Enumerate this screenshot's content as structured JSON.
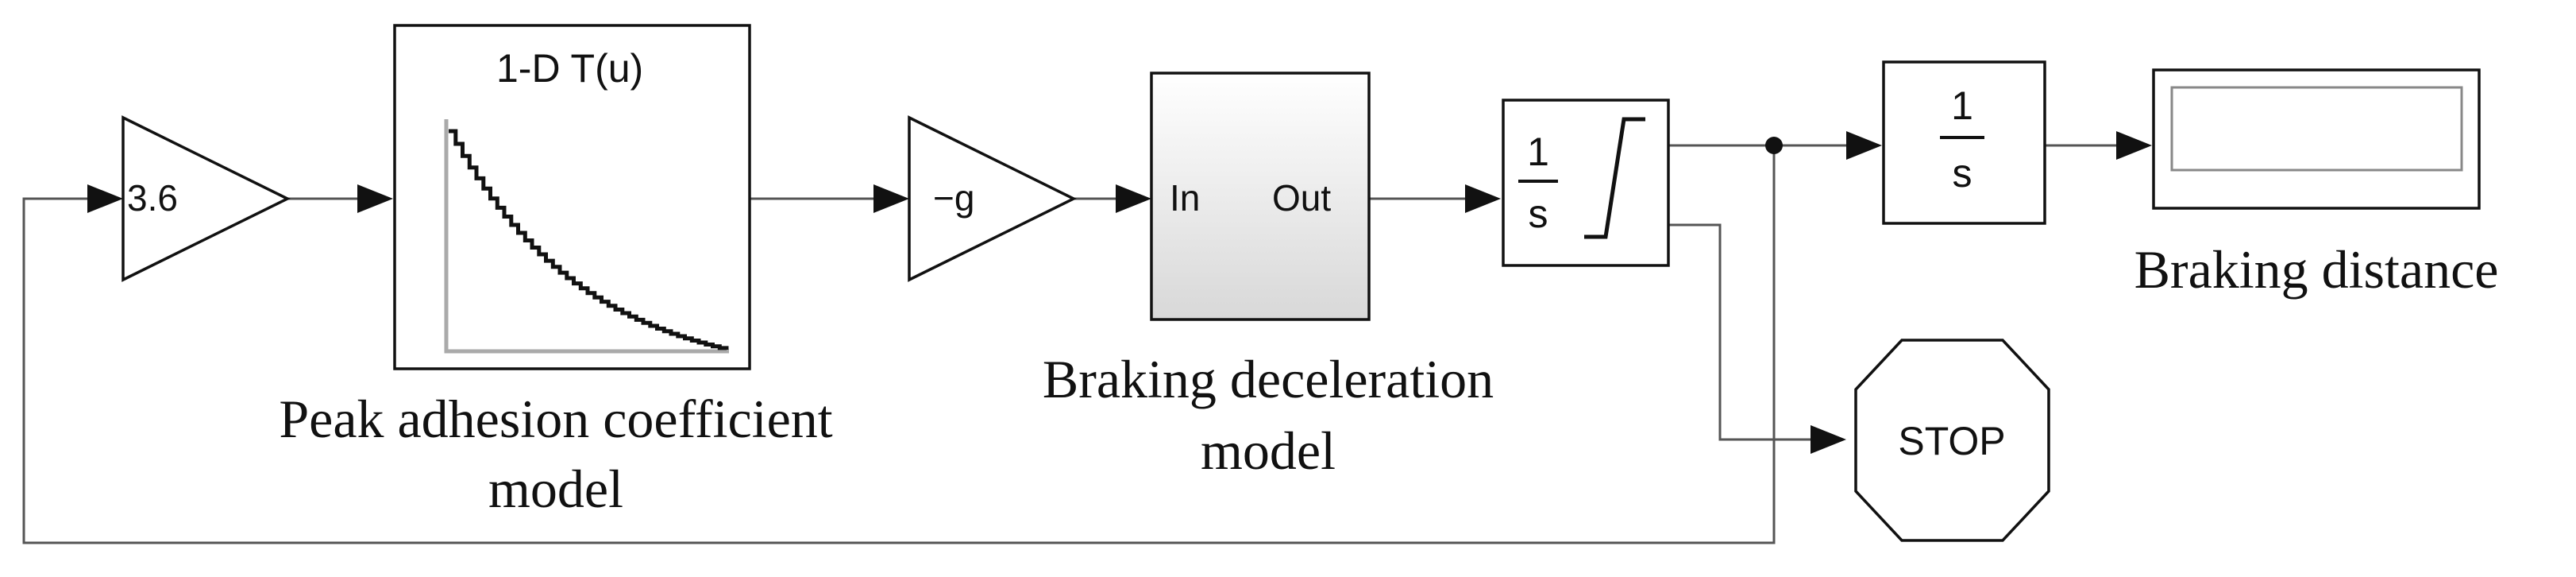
{
  "blocks": {
    "gain_speed": {
      "label": "3.6"
    },
    "lookup_table": {
      "label": "1-D T(u)"
    },
    "gain_g": {
      "label": "−g"
    },
    "subsystem": {
      "in_label": "In",
      "out_label": "Out"
    },
    "integrator_limited": {
      "numerator": "1",
      "denominator": "s"
    },
    "integrator": {
      "numerator": "1",
      "denominator": "s"
    },
    "stop": {
      "label": "STOP"
    }
  },
  "captions": {
    "peak_adhesion_line1": "Peak adhesion coefficient",
    "peak_adhesion_line2": "model",
    "braking_decel_line1": "Braking deceleration",
    "braking_decel_line2": "model",
    "braking_distance": "Braking distance"
  },
  "colors": {
    "line": "#111111",
    "wire": "#555555",
    "subsystem_fill_top": "#ffffff",
    "subsystem_fill_bottom": "#dcdcdc",
    "table_axes": "#aaaaaa"
  }
}
